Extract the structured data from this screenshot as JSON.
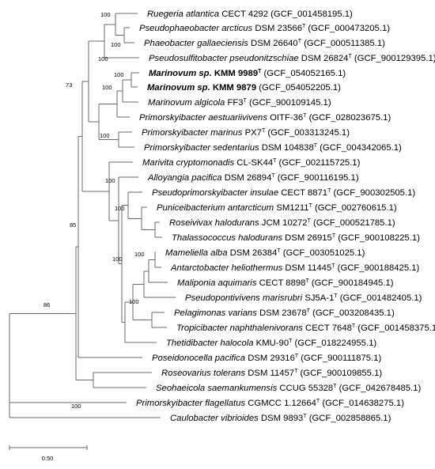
{
  "taxa": [
    {
      "id": "t1",
      "genus": "Ruegeria atlantica",
      "strain": "CECT 4292",
      "type": false,
      "acc": "(GCF_001458195.1)",
      "bold": false
    },
    {
      "id": "t2",
      "genus": "Pseudophaeobacter arcticus",
      "strain": "DSM 23566",
      "type": true,
      "acc": "(GCF_000473205.1)",
      "bold": false
    },
    {
      "id": "t3",
      "genus": "Phaeobacter gallaeciensis",
      "strain": "DSM 26640",
      "type": true,
      "acc": "(GCF_000511385.1)",
      "bold": false
    },
    {
      "id": "t4",
      "genus": "Pseudosulfitobacter pseudonitzschiae",
      "strain": "DSM 26824",
      "type": true,
      "acc": "(GCF_900129395.1)",
      "bold": false
    },
    {
      "id": "t5",
      "genus": "Marinovum sp.",
      "strain": "KMM 9989",
      "type": true,
      "acc": "(GCF_054052165.1)",
      "bold": true
    },
    {
      "id": "t6",
      "genus": "Marinovum sp.",
      "strain": "KMM 9879",
      "type": false,
      "acc": "(GCF_054052205.1)",
      "bold": true
    },
    {
      "id": "t7",
      "genus": "Marinovum algicola",
      "strain": "FF3",
      "type": true,
      "acc": "(GCF_900109145.1)",
      "bold": false
    },
    {
      "id": "t8",
      "genus": "Primorskyibacter aestuariivivens",
      "strain": "OITF-36",
      "type": true,
      "acc": "(GCF_028023675.1)",
      "bold": false
    },
    {
      "id": "t9",
      "genus": "Primorskyibacter marinus",
      "strain": "PX7",
      "type": true,
      "acc": "(GCF_003313245.1)",
      "bold": false
    },
    {
      "id": "t10",
      "genus": "Primorskyibacter sedentarius",
      "strain": "DSM 104838",
      "type": true,
      "acc": "(GCF_004342065.1)",
      "bold": false
    },
    {
      "id": "t11",
      "genus": "Marivita cryptomonadis",
      "strain": "CL-SK44",
      "type": true,
      "acc": "(GCF_002115725.1)",
      "bold": false
    },
    {
      "id": "t12",
      "genus": "Alloyangia pacifica",
      "strain": "DSM 26894",
      "type": true,
      "acc": "(GCF_900116195.1)",
      "bold": false
    },
    {
      "id": "t13",
      "genus": "Pseudoprimorskyibacter insulae",
      "strain": "CECT 8871",
      "type": true,
      "acc": "(GCF_900302505.1)",
      "bold": false
    },
    {
      "id": "t14",
      "genus": "Puniceibacterium antarcticum",
      "strain": "SM1211",
      "type": true,
      "acc": "(GCF_002760615.1)",
      "bold": false
    },
    {
      "id": "t15",
      "genus": "Roseivivax halodurans",
      "strain": "JCM 10272",
      "type": true,
      "acc": "(GCF_000521785.1)",
      "bold": false
    },
    {
      "id": "t16",
      "genus": "Thalassococcus halodurans",
      "strain": "DSM 26915",
      "type": true,
      "acc": "(GCF_900108225.1)",
      "bold": false
    },
    {
      "id": "t17",
      "genus": "Mameliella alba",
      "strain": "DSM 26384",
      "type": true,
      "acc": "(GCF_003051025.1)",
      "bold": false
    },
    {
      "id": "t18",
      "genus": "Antarctobacter heliothermus",
      "strain": "DSM 11445",
      "type": true,
      "acc": "(GCF_900188425.1)",
      "bold": false
    },
    {
      "id": "t19",
      "genus": "Maliponia aquimaris",
      "strain": "CECT 8898",
      "type": true,
      "acc": "(GCF_900184945.1)",
      "bold": false
    },
    {
      "id": "t20",
      "genus": "Pseudopontivivens marisrubri",
      "strain": "SJ5A-1",
      "type": true,
      "acc": "(GCF_001482405.1)",
      "bold": false
    },
    {
      "id": "t21",
      "genus": "Pelagimonas varians",
      "strain": "DSM 23678",
      "type": true,
      "acc": "(GCF_003208435.1)",
      "bold": false
    },
    {
      "id": "t22",
      "genus": "Tropicibacter naphthalenivorans",
      "strain": "CECT 7648",
      "type": true,
      "acc": "(GCF_001458375.1)",
      "bold": false
    },
    {
      "id": "t23",
      "genus": "Thetidibacter halocola",
      "strain": "KMU-90",
      "type": true,
      "acc": "(GCF_018224955.1)",
      "bold": false
    },
    {
      "id": "t24",
      "genus": "Poseidonocella pacifica",
      "strain": "DSM 29316",
      "type": true,
      "acc": "(GCF_900111875.1)",
      "bold": false
    },
    {
      "id": "t25",
      "genus": "Roseovarius tolerans",
      "strain": "DSM 11457",
      "type": true,
      "acc": "(GCF_900109855.1)",
      "bold": false
    },
    {
      "id": "t26",
      "genus": "Seohaeicola saemankumensis",
      "strain": "CCUG 55328",
      "type": true,
      "acc": "(GCF_042678485.1)",
      "bold": false
    },
    {
      "id": "t27",
      "genus": "Primorskyibacter flagellatus",
      "strain": "CGMCC 1.12664",
      "type": true,
      "acc": "(GCF_014638275.1)",
      "bold": false
    },
    {
      "id": "t28",
      "genus": "Caulobacter vibrioides",
      "strain": "DSM 9893",
      "type": true,
      "acc": "(GCF_002858865.1)",
      "bold": false
    }
  ],
  "type_strain_mark": "T",
  "bootstrap": [
    {
      "id": "b1",
      "value": "100"
    },
    {
      "id": "b2",
      "value": "100"
    },
    {
      "id": "b3",
      "value": "100"
    },
    {
      "id": "b4",
      "value": "73"
    },
    {
      "id": "b5",
      "value": "100"
    },
    {
      "id": "b6",
      "value": "100"
    },
    {
      "id": "b7",
      "value": "100"
    },
    {
      "id": "b8",
      "value": "100"
    },
    {
      "id": "b9",
      "value": "100"
    },
    {
      "id": "b10",
      "value": "85"
    },
    {
      "id": "b11",
      "value": "100"
    },
    {
      "id": "b12",
      "value": "100"
    },
    {
      "id": "b13",
      "value": "100"
    },
    {
      "id": "b14",
      "value": "86"
    },
    {
      "id": "b15",
      "value": "100"
    }
  ],
  "scale_bar": {
    "label": "0.50"
  }
}
